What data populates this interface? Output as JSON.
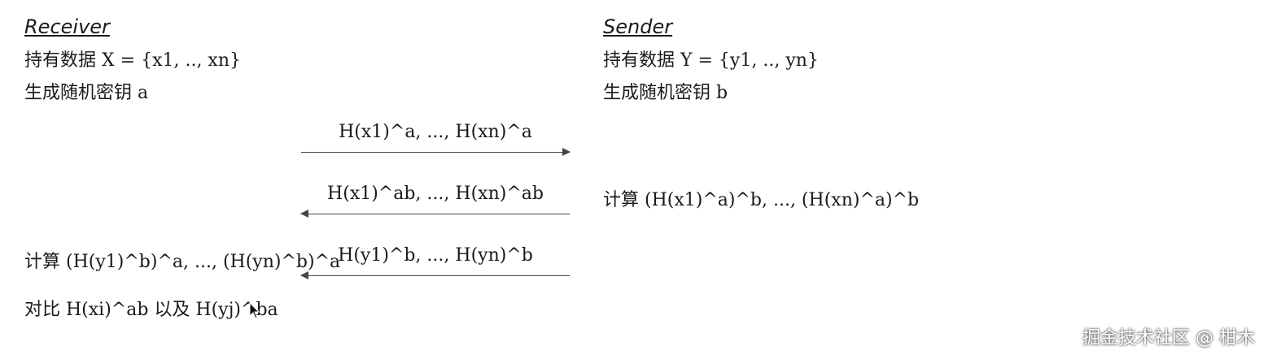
{
  "receiver": {
    "title": "Receiver",
    "lines": [
      "持有数据 X = {x1, .., xn}",
      "生成随机密钥 a"
    ],
    "compute": "计算 (H(y1)^b)^a, ..., (H(yn)^b)^a",
    "compare": "对比 H(xi)^ab 以及 H(yj)^ba"
  },
  "sender": {
    "title": "Sender",
    "lines": [
      "持有数据 Y = {y1, .., yn}",
      "生成随机密钥 b"
    ],
    "compute": "计算 (H(x1)^a)^b, ..., (H(xn)^a)^b"
  },
  "messages": [
    {
      "label": "H(x1)^a, ..., H(xn)^a",
      "direction": "right"
    },
    {
      "label": "H(x1)^ab, ..., H(xn)^ab",
      "direction": "left"
    },
    {
      "label": "H(y1)^b, ..., H(yn)^b",
      "direction": "left"
    }
  ],
  "watermark": "掘金技术社区 @ 柑木",
  "icons": {
    "cursor": "mouse-pointer-icon"
  }
}
